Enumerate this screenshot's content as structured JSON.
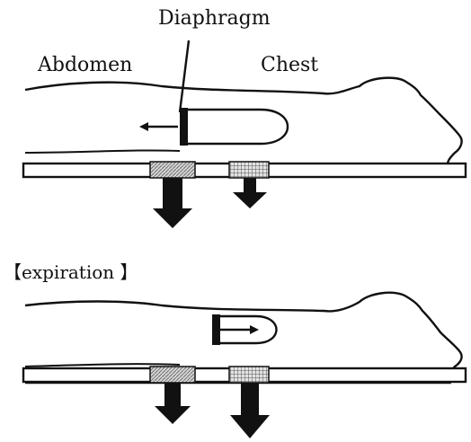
{
  "labels": {
    "diaphragm": "Diaphragm",
    "abdomen": "Abdomen",
    "chest": "Chest",
    "expiration": "【expiration 】"
  },
  "colors": {
    "line": "#111111",
    "hatch": "#777777",
    "background": "#ffffff"
  }
}
